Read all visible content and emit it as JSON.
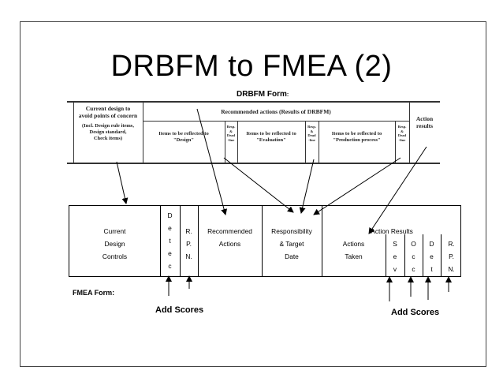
{
  "slide": {
    "title": "DRBFM to FMEA (2)",
    "drbfm_form_label": "DRBFM Form",
    "drbfm_form_colon": ":",
    "fmea_form_label": "FMEA Form:",
    "add_scores_left": "Add Scores",
    "add_scores_right": "Add Scores"
  },
  "drbfm": {
    "col1_header_1": "Current design to",
    "col1_header_2": "avoid points of concern",
    "col1_sub_1": "(Incl. Design rule items,",
    "col1_sub_2": "Design standard,",
    "col1_sub_3": "Check items)",
    "group_header": "Recommended actions (Results of DRBFM)",
    "action_results": "Action results",
    "design_1": "Items to be reflected to",
    "design_2": "\"Design\"",
    "evaluation_1": "Items to be reflected to",
    "evaluation_2": "\"Evaluation\"",
    "production_1": "Items to be reflected to",
    "production_2": "\"Production process\"",
    "resp": [
      "Resp.",
      "&",
      "Dead",
      "-line"
    ]
  },
  "fmea": {
    "current_1": "Current",
    "current_2": "Design",
    "current_3": "Controls",
    "det": [
      "D",
      "e",
      "t",
      "e",
      "c"
    ],
    "rpn": [
      "R.",
      "P.",
      "N."
    ],
    "recommended_1": "Recommended",
    "recommended_2": "Actions",
    "responsibility_1": "Responsibility",
    "responsibility_2": "& Target",
    "responsibility_3": "Date",
    "action_results": "Action Results",
    "actions_taken_1": "Actions",
    "actions_taken_2": "Taken",
    "sev": [
      "S",
      "e",
      "v"
    ],
    "occ": [
      "O",
      "c",
      "c"
    ],
    "det2": [
      "D",
      "e",
      "t"
    ],
    "rpn2": [
      "R.",
      "P.",
      "N."
    ]
  }
}
